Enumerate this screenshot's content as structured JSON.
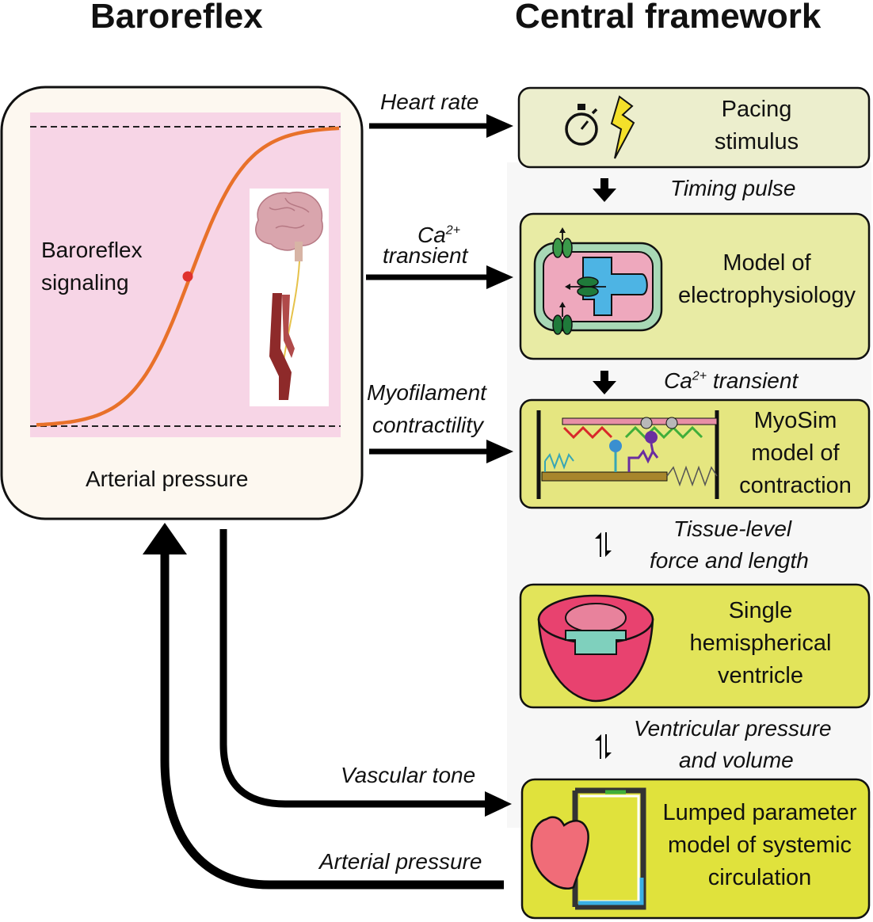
{
  "headings": {
    "left": "Baroreflex",
    "right": "Central framework"
  },
  "baroreflex_panel": {
    "signal_label_line1": "Baroreflex",
    "signal_label_line2": "signaling",
    "bottom_label": "Arterial pressure"
  },
  "arrows": {
    "heart_rate": "Heart rate",
    "ca_prefix": "Ca",
    "ca_sup": "2+",
    "transient": "transient",
    "myofilament_line1": "Myofilament",
    "myofilament_line2": "contractility",
    "vascular_tone": "Vascular tone",
    "arterial_pressure": "Arterial pressure"
  },
  "stack_labels": {
    "timing_pulse": "Timing pulse",
    "ca_prefix": "Ca",
    "ca_sup": "2+",
    "ca_suffix": " transient",
    "tissue_line1": "Tissue-level",
    "tissue_line2": "force and length",
    "ventricular_line1": "Ventricular pressure",
    "ventricular_line2": "and volume"
  },
  "boxes": [
    {
      "line1": "Pacing",
      "line2": "stimulus",
      "line3": "",
      "fill": "#eceecd"
    },
    {
      "line1": "Model of",
      "line2": "electrophysiology",
      "line3": "",
      "fill": "#e8eba4"
    },
    {
      "line1": "MyoSim",
      "line2": "model of",
      "line3": "contraction",
      "fill": "#e5e680"
    },
    {
      "line1": "Single",
      "line2": "hemispherical",
      "line3": "ventricle",
      "fill": "#e2e45a"
    },
    {
      "line1": "Lumped parameter",
      "line2": "model of systemic",
      "line3": "circulation",
      "fill": "#e0e23c"
    }
  ],
  "colors": {
    "panel_fill": "#fdf8f0",
    "plot_fill": "#f7d5e6",
    "sigmoid": "#e8712a",
    "operating_point": "#e0322e"
  },
  "icons": [
    "stopwatch-icon",
    "lightning-icon",
    "cell-icon",
    "sarcomere-icon",
    "ventricle-icon",
    "circulation-icon",
    "brain-icon"
  ]
}
